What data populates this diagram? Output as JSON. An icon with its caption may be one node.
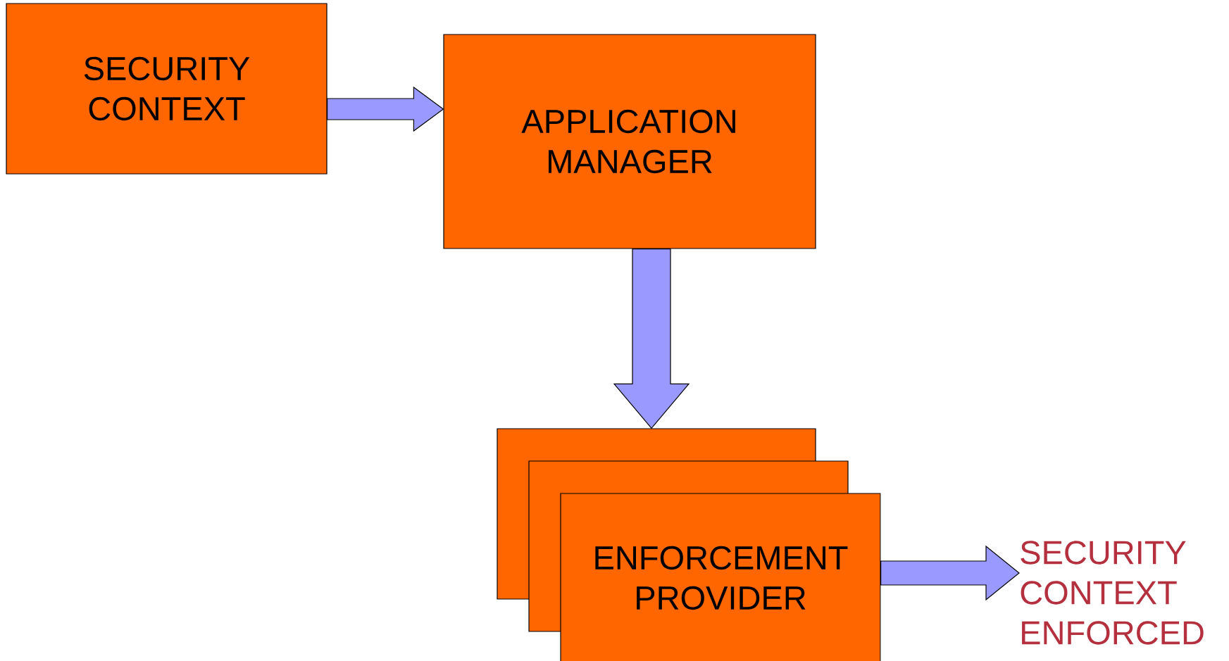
{
  "diagram": {
    "nodes": [
      {
        "text": [
          "SECURITY CONTEXT"
        ]
      },
      {
        "text": [
          "APPLICATION MANAGER"
        ]
      },
      {
        "text": [],
        "shape": "box"
      },
      {
        "text": [],
        "shape": "box"
      },
      {
        "text": [
          "ENFORCEMENT PROVIDER"
        ]
      },
      {
        "text": [
          "SECURITY CONTEXT ENFORCED"
        ]
      }
    ],
    "edges": [
      {
        "from": 0,
        "to": 1,
        "arrow": "to"
      },
      {
        "from": 1,
        "to": 2,
        "arrow": "to"
      },
      {
        "from": 4,
        "to": 5,
        "arrow": "to"
      }
    ]
  }
}
